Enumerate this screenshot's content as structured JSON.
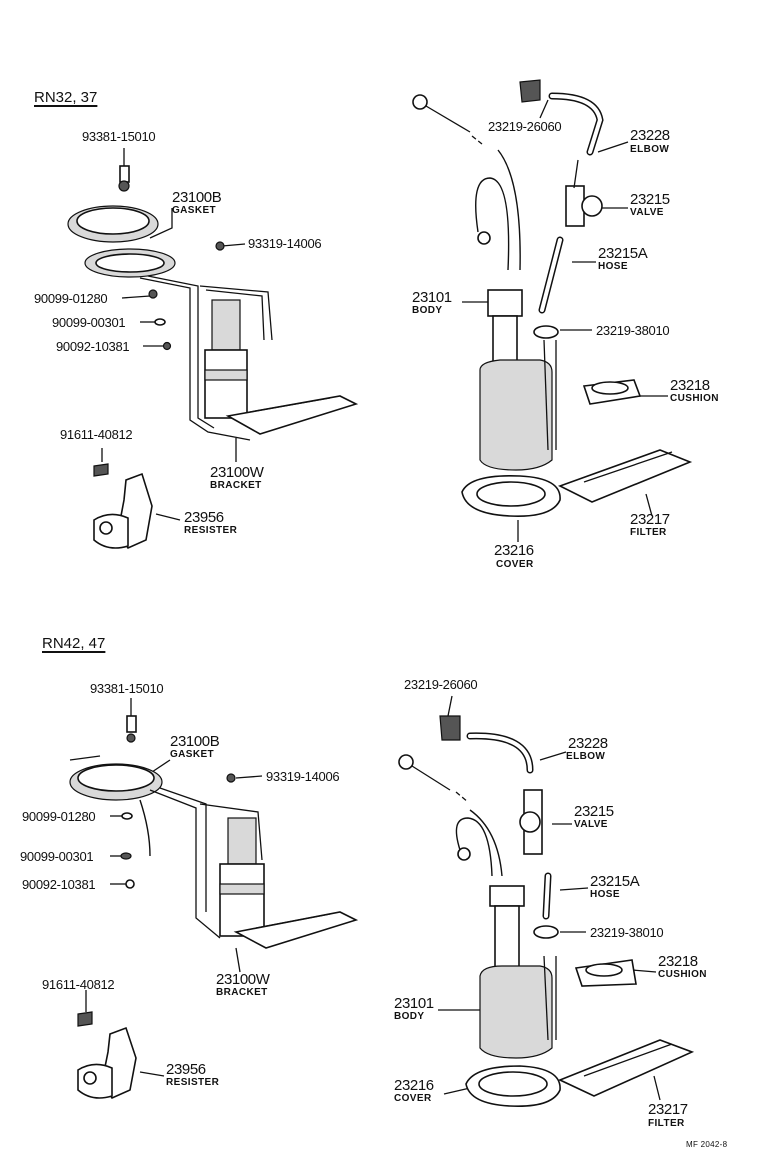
{
  "sections": [
    {
      "header": "RN32, 37",
      "labels": {
        "bolt": "93381-15010",
        "gasket_no": "23100B",
        "gasket": "GASKET",
        "screw": "93319-14006",
        "p1": "90099-01280",
        "p2": "90099-00301",
        "p3": "90092-10381",
        "bracket_no": "23100W",
        "bracket": "BRACKET",
        "bolt2": "91611-40812",
        "resister_no": "23956",
        "resister": "RESISTER",
        "clamp": "23219-26060",
        "elbow_no": "23228",
        "elbow": "ELBOW",
        "valve_no": "23215",
        "valve": "VALVE",
        "hose_no": "23215A",
        "hose": "HOSE",
        "body_no": "23101",
        "body": "BODY",
        "clamp2": "23219-38010",
        "cushion_no": "23218",
        "cushion": "CUSHION",
        "filter_no": "23217",
        "filter": "FILTER",
        "cover_no": "23216",
        "cover": "COVER"
      }
    },
    {
      "header": "RN42, 47",
      "labels": {
        "bolt": "93381-15010",
        "gasket_no": "23100B",
        "gasket": "GASKET",
        "screw": "93319-14006",
        "p1": "90099-01280",
        "p2": "90099-00301",
        "p3": "90092-10381",
        "bracket_no": "23100W",
        "bracket": "BRACKET",
        "bolt2": "91611-40812",
        "resister_no": "23956",
        "resister": "RESISTER",
        "clamp": "23219-26060",
        "elbow_no": "23228",
        "elbow": "ELBOW",
        "valve_no": "23215",
        "valve": "VALVE",
        "hose_no": "23215A",
        "hose": "HOSE",
        "body_no": "23101",
        "body": "BODY",
        "clamp2": "23219-38010",
        "cushion_no": "23218",
        "cushion": "CUSHION",
        "filter_no": "23217",
        "filter": "FILTER",
        "cover_no": "23216",
        "cover": "COVER"
      }
    }
  ],
  "footer": "MF 2042-8"
}
